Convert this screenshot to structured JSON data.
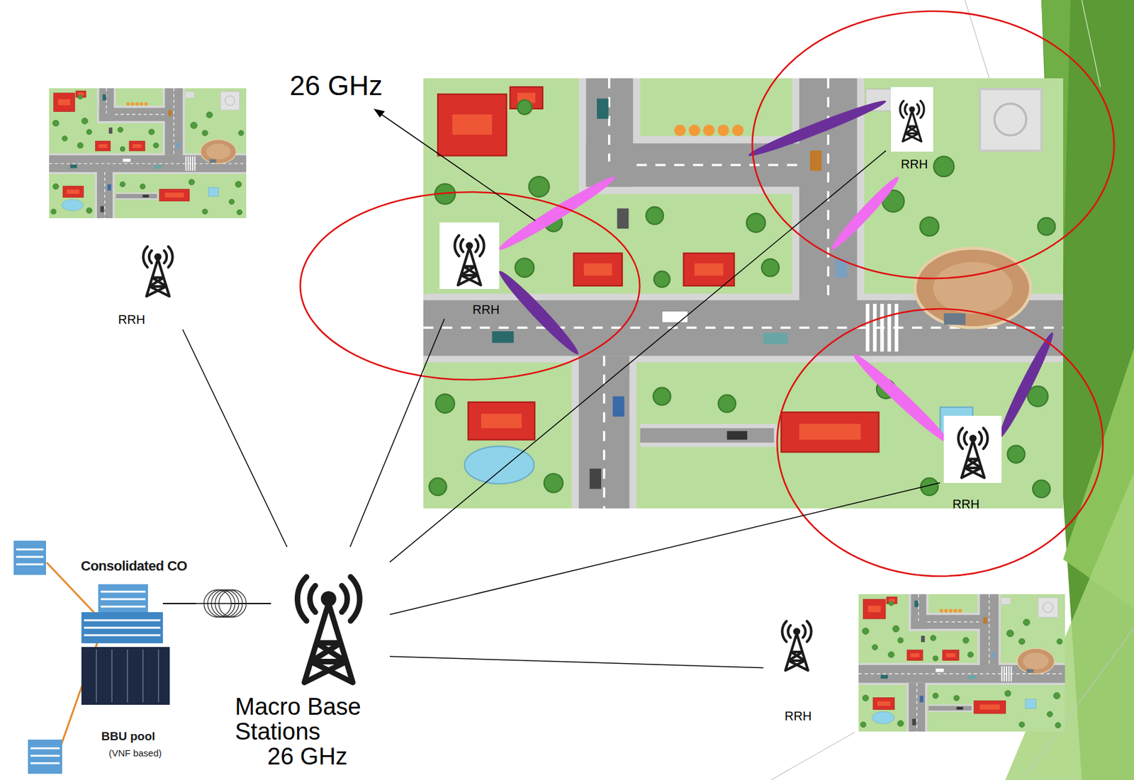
{
  "diagram": {
    "nodes": [
      {
        "text": [
          "RRH"
        ]
      },
      {
        "text": [
          "RRH"
        ]
      },
      {
        "text": [
          "RRH"
        ]
      },
      {
        "text": [
          "RRH"
        ]
      },
      {
        "text": [
          "Consolidated CO",
          "BBU pool",
          "(VNF based)"
        ]
      },
      {
        "text": [
          "Macro Base Stations",
          "26 GHz"
        ]
      },
      {
        "text": [
          "RRH"
        ]
      }
    ],
    "edges": [
      {
        "from": 4,
        "to": 5,
        "arrow": "none"
      },
      {
        "from": 5,
        "to": 0,
        "arrow": "none"
      },
      {
        "from": 5,
        "to": 1,
        "arrow": "none"
      },
      {
        "from": 5,
        "to": 2,
        "arrow": "none"
      },
      {
        "from": 5,
        "to": 3,
        "arrow": "none"
      },
      {
        "from": 5,
        "to": 6,
        "arrow": "none"
      }
    ],
    "labels": [
      "26 GHz"
    ]
  }
}
